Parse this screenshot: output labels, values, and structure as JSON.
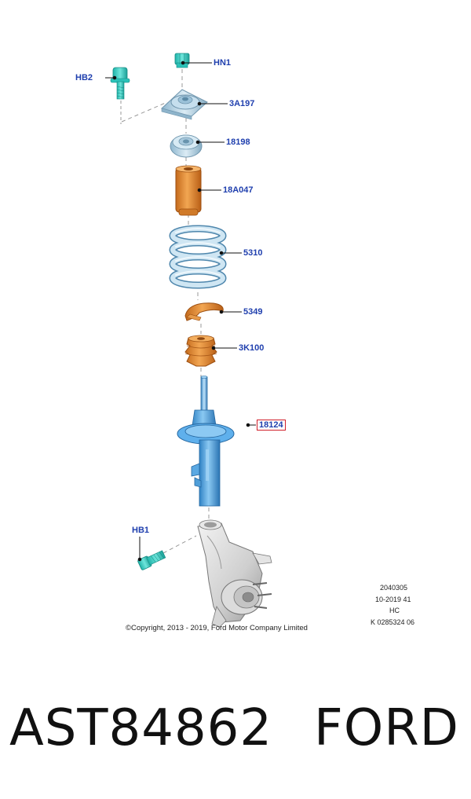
{
  "callouts": {
    "hn1": "HN1",
    "hb2": "HB2",
    "top_mount": "3A197",
    "bearing": "18198",
    "dust_boot": "18A047",
    "coil_spring": "5310",
    "spring_seat": "5349",
    "bump_stop": "3K100",
    "strut": "18124",
    "hb1": "HB1"
  },
  "meta_block": {
    "line1": "2040305",
    "line2": "10-2019 41",
    "line3": "HC",
    "line4": "K 0285324 06"
  },
  "copyright": "©Copyright, 2013 - 2019, Ford Motor Company Limited",
  "caption": {
    "part_number": "AST84862",
    "brand": "FORD"
  },
  "colors": {
    "label_blue": "#1f3fae",
    "highlight_red": "#d0202a",
    "fastener_teal": "#33cfc4",
    "mount_blue": "#b5d4e6",
    "boot_orange": "#e8943a",
    "strut_blue": "#4aa6e8",
    "knuckle_grey": "#d4d4d4"
  }
}
